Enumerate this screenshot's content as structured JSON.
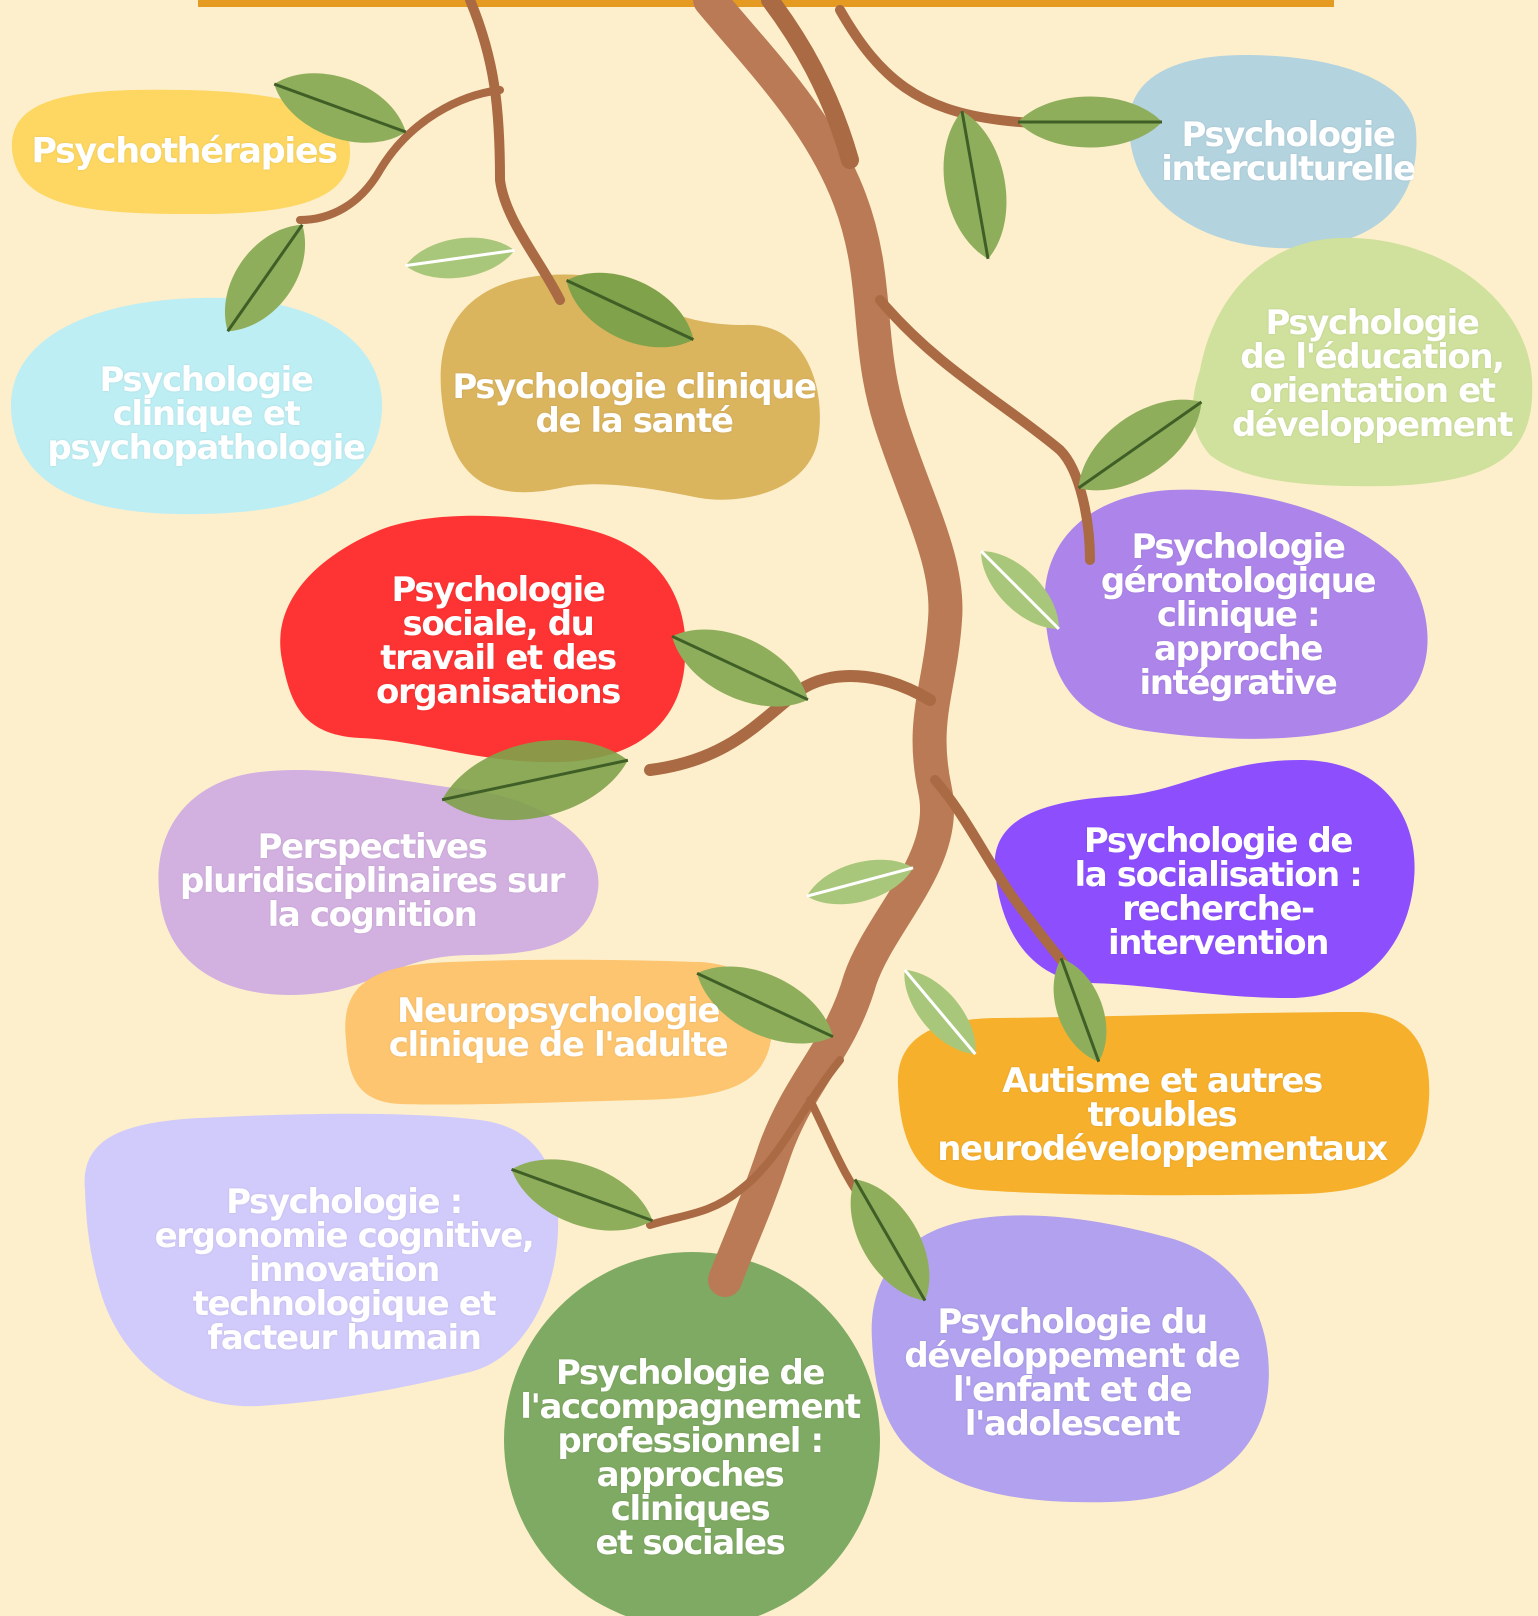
{
  "page": {
    "background_color": "#fdefcb",
    "accent_bar_color": "#e59b21",
    "branch_color": "#a96a44",
    "trunk_color": "#b97a55",
    "leaf_color": "#8fae5c",
    "leaf_vein_color": "#3f5f27"
  },
  "topics": [
    {
      "id": "psychotherapies",
      "label": "Psychothérapies",
      "color": "#fdd761",
      "text_color": "#ffffff"
    },
    {
      "id": "clinique-psychopathologie",
      "label": "Psychologie\nclinique et\npsychopathologie",
      "color": "#bdeef4",
      "text_color": "#ffffff"
    },
    {
      "id": "clinique-sante",
      "label": "Psychologie clinique\nde la santé",
      "color": "#dbb45e",
      "text_color": "#ffffff"
    },
    {
      "id": "interculturelle",
      "label": "Psychologie\ninterculturelle",
      "color": "#b3d3df",
      "text_color": "#ffffff"
    },
    {
      "id": "education",
      "label": "Psychologie\nde l'éducation,\norientation et\ndéveloppement",
      "color": "#cfe19c",
      "text_color": "#ffffff"
    },
    {
      "id": "gerontologique",
      "label": "Psychologie\ngérontologique\nclinique : approche\nintégrative",
      "color": "#ad85ea",
      "text_color": "#ffffff"
    },
    {
      "id": "sociale",
      "label": "Psychologie\nsociale, du\ntravail et des\norganisations",
      "color": "#fe3333",
      "text_color": "#ffffff"
    },
    {
      "id": "cognition",
      "label": "Perspectives\npluridisciplinaires sur\nla cognition",
      "color": "#d2b0e0",
      "text_color": "#ffffff"
    },
    {
      "id": "socialisation",
      "label": "Psychologie de\nla socialisation :\nrecherche-\nintervention",
      "color": "#8d4ffe",
      "text_color": "#ffffff"
    },
    {
      "id": "neuropsychologie",
      "label": "Neuropsychologie\nclinique de l'adulte",
      "color": "#fdc56f",
      "text_color": "#ffffff"
    },
    {
      "id": "autisme",
      "label": "Autisme et autres troubles\nneurodéveloppementaux",
      "color": "#f6b02c",
      "text_color": "#ffffff"
    },
    {
      "id": "ergonomie",
      "label": "Psychologie :\nergonomie cognitive,\ninnovation\ntechnologique et\nfacteur humain",
      "color": "#d1cbfb",
      "text_color": "#ffffff"
    },
    {
      "id": "accompagnement",
      "label": "Psychologie de\nl'accompagnement\nprofessionnel :\napproches\ncliniques\net sociales",
      "color": "#7faa63",
      "text_color": "#ffffff"
    },
    {
      "id": "developpement-enfant",
      "label": "Psychologie du\ndéveloppement de\nl'enfant et de\nl'adolescent",
      "color": "#b1a1ee",
      "text_color": "#ffffff"
    }
  ]
}
